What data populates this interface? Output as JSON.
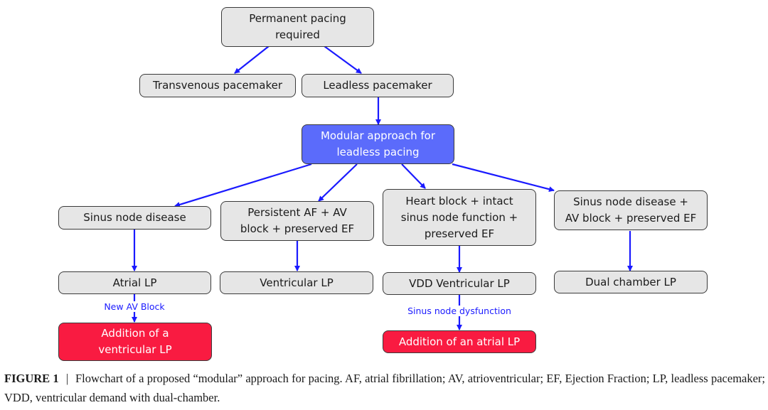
{
  "nodes": {
    "permanent": "Permanent pacing required",
    "permanent_l1": "Permanent pacing",
    "permanent_l2": "required",
    "transvenous": "Transvenous pacemaker",
    "leadless": "Leadless pacemaker",
    "modular_l1": "Modular approach for",
    "modular_l2": "leadless pacing",
    "sinus": "Sinus node disease",
    "persistent_l1": "Persistent AF + AV",
    "persistent_l2": "block + preserved EF",
    "heart_l1": "Heart block + intact",
    "heart_l2": "sinus node function +",
    "heart_l3": "preserved EF",
    "sinusav_l1": "Sinus node disease +",
    "sinusav_l2": "AV block + preserved EF",
    "atrial_lp": "Atrial LP",
    "ventricular_lp": "Ventricular LP",
    "vdd_lp": "VDD Ventricular LP",
    "dual_lp": "Dual chamber LP",
    "add_vent_l1": "Addition of a",
    "add_vent_l2": "ventricular LP",
    "add_atrial": "Addition of an atrial LP"
  },
  "edge_labels": {
    "new_av_block": "New AV Block",
    "sinus_dysfunction": "Sinus node dysfunction"
  },
  "colors": {
    "node_fill": "#e6e6e6",
    "highlight_fill": "#5b6bfb",
    "alert_fill": "#f91b41",
    "arrow": "#1a1aff"
  },
  "caption": {
    "label": "FIGURE 1",
    "separator": "|",
    "text": "Flowchart of a proposed “modular” approach for pacing. AF, atrial fibrillation; AV, atrioventricular; EF, Ejection Fraction; LP, leadless pacemaker; VDD, ventricular demand with dual-chamber."
  }
}
